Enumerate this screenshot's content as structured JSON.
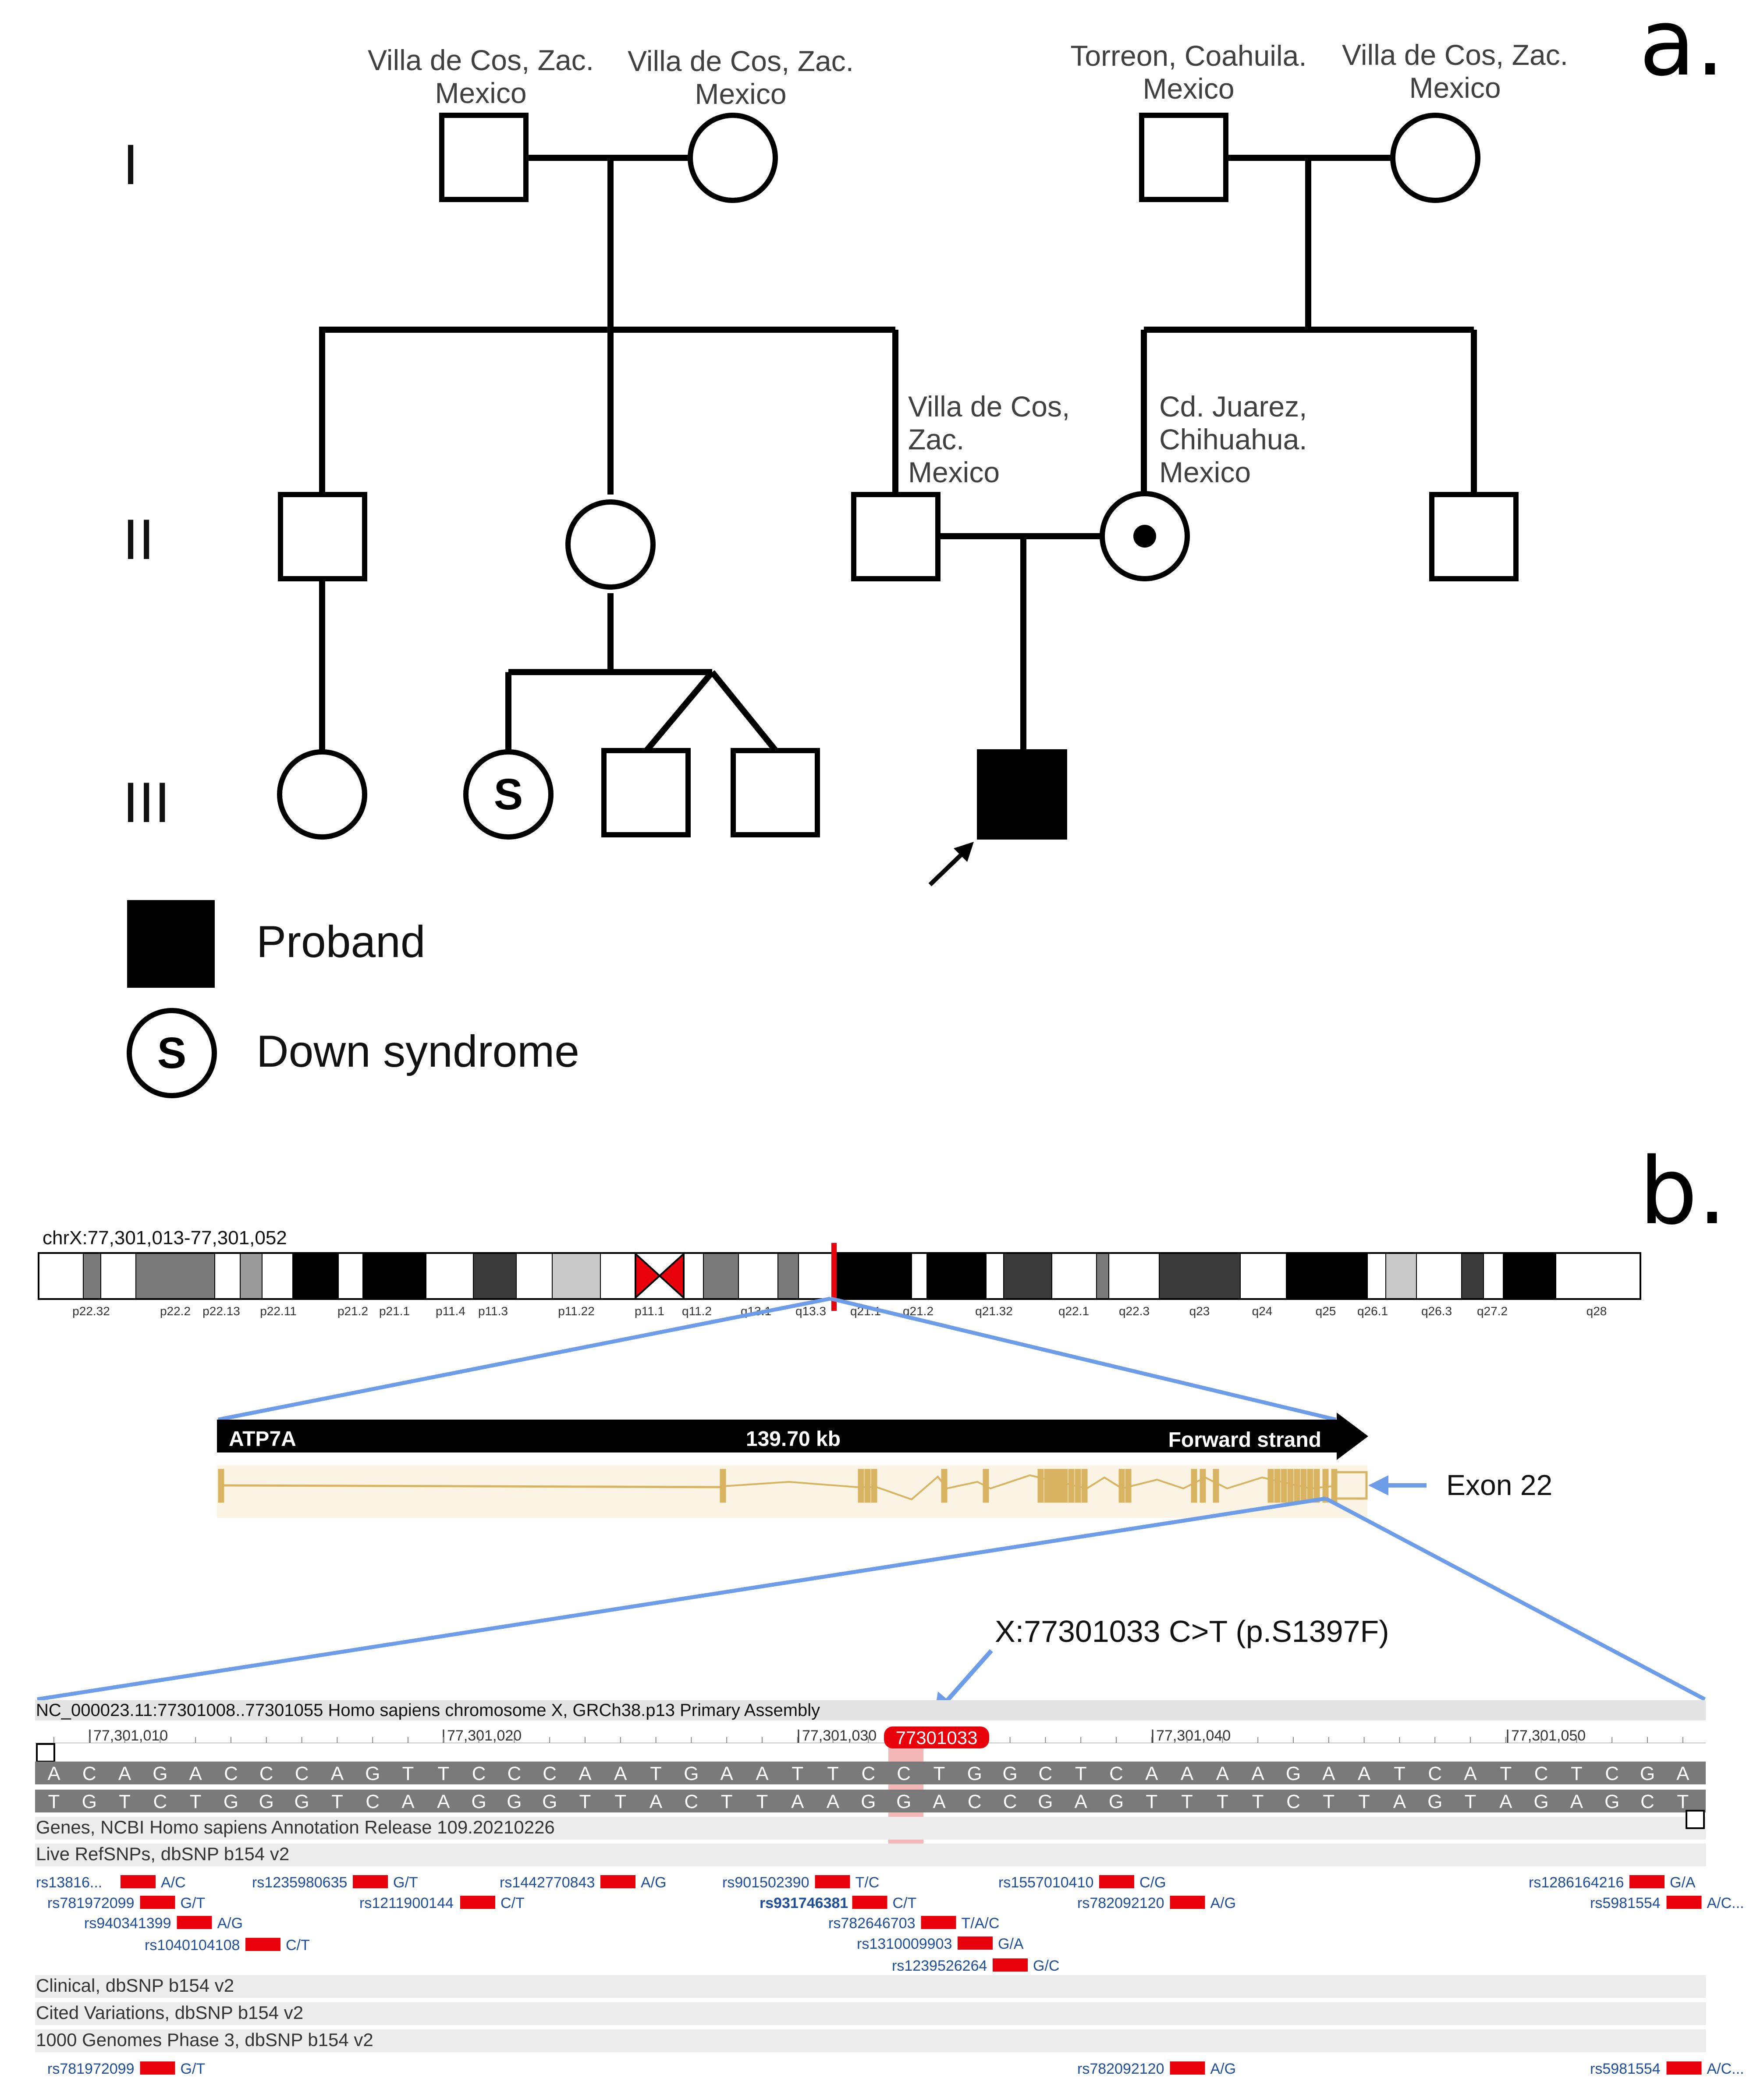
{
  "panel_a": {
    "letter": "a.",
    "generations": [
      "I",
      "II",
      "III"
    ],
    "origin_I_1": [
      "Villa de Cos, Zac.",
      "Mexico"
    ],
    "origin_I_2": [
      "Villa de Cos, Zac.",
      "Mexico"
    ],
    "origin_I_3": [
      "Torreon, Coahuila.",
      "Mexico"
    ],
    "origin_I_4": [
      "Villa de Cos, Zac.",
      "Mexico"
    ],
    "origin_II_3": [
      "Villa de Cos,",
      "Zac.",
      "Mexico"
    ],
    "origin_II_4": [
      "Cd. Juarez,",
      "Chihuahua.",
      "Mexico"
    ],
    "down_symbol": "S",
    "legend": [
      {
        "symbol": "",
        "label": "Proband"
      },
      {
        "symbol": "S",
        "label": "Down syndrome"
      }
    ]
  },
  "panel_b": {
    "letter": "b.",
    "locus": "chrX:77,301,013-77,301,052",
    "bands": [
      "p22.32",
      "p22.2",
      "p22.13",
      "p22.11",
      "p21.2",
      "p21.1",
      "p11.4",
      "p11.3",
      "p11.22",
      "p11.1",
      "q11.2",
      "q13.1",
      "q13.3",
      "q21.1",
      "q21.2",
      "q21.32",
      "q22.1",
      "q22.3",
      "q23",
      "q24",
      "q25",
      "q26.1",
      "q26.3",
      "q27.2",
      "q28"
    ],
    "gene": {
      "name": "ATP7A",
      "size": "139.70 kb",
      "strand": "Forward strand",
      "exon_label": "Exon 22"
    },
    "variant_label": "X:77301033 C>T (p.S1397F)",
    "assembly": "NC_000023.11:77301008..77301055 Homo sapiens chromosome X, GRCh38.p13 Primary Assembly",
    "ruler": [
      "77,301,010",
      "77,301,020",
      "77,301,030",
      "77,301,040",
      "77,301,050"
    ],
    "highlight_pos": "77301033",
    "forward_seq": "ACAGACCCAGTTCCCAATGAATTCCTGGCTCAAAAGAATCATCTCGA",
    "reverse_seq": "TGTCTGGGTCAAGGGTTACTTAAGGACCGAGTTTTCTTAGTAGAGCT",
    "tracks": {
      "genes": "Genes, NCBI Homo sapiens Annotation Release 109.20210226",
      "snps": "Live RefSNPs, dbSNP b154 v2",
      "clinical": "Clinical, dbSNP b154 v2",
      "cited": "Cited Variations, dbSNP b154 v2",
      "g1000": "1000 Genomes Phase 3, dbSNP b154 v2"
    },
    "snps": [
      {
        "id": "rs13816...",
        "allele": "A/C"
      },
      {
        "id": "rs781972099",
        "allele": "G/T"
      },
      {
        "id": "rs940341399",
        "allele": "A/G"
      },
      {
        "id": "rs1040104108",
        "allele": "C/T"
      },
      {
        "id": "rs1235980635",
        "allele": "G/T"
      },
      {
        "id": "rs1211900144",
        "allele": "C/T"
      },
      {
        "id": "rs1442770843",
        "allele": "A/G"
      },
      {
        "id": "rs901502390",
        "allele": "T/C"
      },
      {
        "id": "rs931746381",
        "allele": "C/T"
      },
      {
        "id": "rs782646703",
        "allele": "T/A/C"
      },
      {
        "id": "rs1310009903",
        "allele": "G/A"
      },
      {
        "id": "rs1239526264",
        "allele": "G/C"
      },
      {
        "id": "rs1557010410",
        "allele": "C/G"
      },
      {
        "id": "rs782092120",
        "allele": "A/G"
      },
      {
        "id": "rs1286164216",
        "allele": "G/A"
      },
      {
        "id": "rs5981554",
        "allele": "A/C..."
      }
    ],
    "g1000_snps": [
      {
        "id": "rs781972099",
        "allele": "G/T"
      },
      {
        "id": "rs782092120",
        "allele": "A/G"
      },
      {
        "id": "rs5981554",
        "allele": "A/C..."
      }
    ],
    "colors": {
      "link": "#1f4e9a",
      "snp_bar": "#e8000b",
      "highlight": "#f2a0a0",
      "connector": "#6d9ce8",
      "gene": "#d8b462"
    }
  }
}
